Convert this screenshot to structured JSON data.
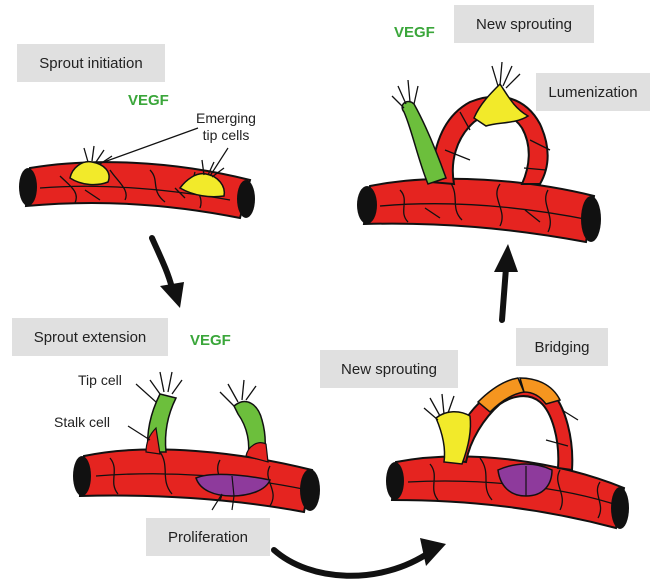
{
  "labels": {
    "sprout_initiation": "Sprout initiation",
    "new_sprouting_top": "New sprouting",
    "lumenization": "Lumenization",
    "sprout_extension": "Sprout extension",
    "new_sprouting_bottom": "New sprouting",
    "bridging": "Bridging",
    "proliferation": "Proliferation",
    "vegf_1": "VEGF",
    "vegf_2": "VEGF",
    "vegf_3": "VEGF",
    "emerging_line1": "Emerging",
    "emerging_line2": "tip cells",
    "tip_cell": "Tip cell",
    "stalk_cell": "Stalk cell"
  },
  "colors": {
    "vessel": "#e52420",
    "tip_cell": "#f2ea2a",
    "stalk_cell": "#6cbf3c",
    "proliferating_cell": "#8e3a9c",
    "bridging_cell": "#f5951f",
    "label_box": "#e0e0e0",
    "vegf_text": "#3aa63a"
  }
}
